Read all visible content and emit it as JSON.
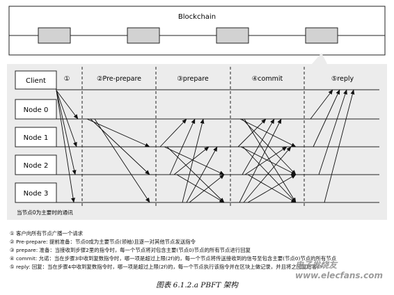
{
  "blockchain": {
    "title": "Blockchain"
  },
  "nodes": [
    "Client",
    "Node 0",
    "Node 1",
    "Node 2",
    "Node 3"
  ],
  "phases": [
    "①",
    "②Pre-prepare",
    "③prepare",
    "④commit",
    "⑤reply"
  ],
  "legend_note": "当节点0为主要时的通讯",
  "notes": [
    "① 客户向所有节点广播一个请求",
    "② Pre-prepare: 提前准备：节点0成为主要节点(领袖)且逐一对其他节点发送指令",
    "③ prepare: 准备：当接收到步骤2里的指令时，每一个节点将对包含主要(节点0)节点的所有节点进行回复",
    "④ commit: 允诺：当在步骤3中收到复数指令时，哪一项是超过上限(2f)的，每一个节点将传送接收到的信号至包含主要(节点0)节点的所有节点",
    "⑤ reply: 回复：当在步骤4中收到复数指令时，哪一项是超过上限(2f)的，每一个节点执行该指令并在区块上做记录，并且将之回复给客户"
  ],
  "caption": "图表 6.1.2.a PBFT 架构",
  "watermark": "电子发烧友 www.elecfans.com"
}
